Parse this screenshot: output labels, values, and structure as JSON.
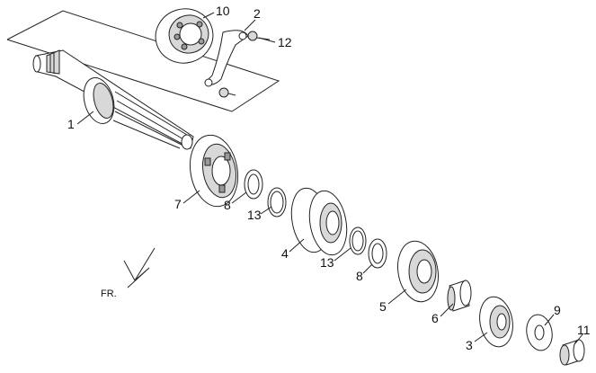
{
  "callouts": {
    "c1": "1",
    "c2": "2",
    "c3": "3",
    "c4": "4",
    "c5": "5",
    "c6": "6",
    "c7": "7",
    "c8a": "8",
    "c8b": "8",
    "c9": "9",
    "c10": "10",
    "c11": "11",
    "c12": "12",
    "c13a": "13",
    "c13b": "13"
  },
  "direction_label": "FR."
}
